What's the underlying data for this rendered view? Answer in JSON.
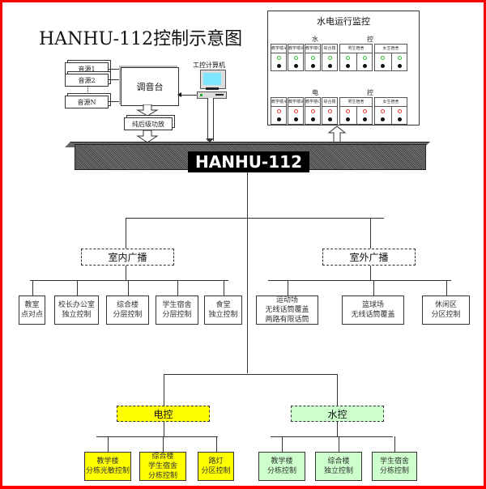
{
  "title": "HANHU-112控制示意图",
  "bus_label": "HANHU-112",
  "audio": {
    "sources": [
      "音源1",
      "音源2",
      "音源N"
    ],
    "mixer": "调音台",
    "amplifier": "纯后级功放",
    "computer": "工控计算机"
  },
  "monitor_panel": {
    "title": "水电运行监控",
    "water_section": {
      "left": "水",
      "right": "控"
    },
    "power_section": {
      "left": "电",
      "right": "控"
    },
    "cells": [
      "教学楼A",
      "教学楼B",
      "教学楼C",
      "综合楼",
      "男生宿舍",
      "女生宿舍"
    ],
    "colors": {
      "water_led": "#33bb33",
      "power_led": "#ee3333"
    }
  },
  "indoor": {
    "label": "室内广播",
    "children": [
      "教室\n点对点",
      "校长办公室\n独立控制",
      "综合楼\n分层控制",
      "学生宿舍\n分层控制",
      "食堂\n独立控制"
    ]
  },
  "outdoor": {
    "label": "室外广播",
    "children": [
      "运动场\n无线话筒覆盖\n两路有限话筒",
      "篮球场\n无线话筒覆盖",
      "休闲区\n分区控制"
    ]
  },
  "power": {
    "label": "电控",
    "color": "#ffff00",
    "children": [
      "教学楼\n分栋光敏控制",
      "综合楼\n学生宿舍\n分栋控制",
      "路灯\n分区控制"
    ]
  },
  "water": {
    "label": "水控",
    "color": "#ccffcc",
    "children": [
      "教学楼\n分栋控制",
      "综合楼\n独立控制",
      "学生宿舍\n分栋控制"
    ]
  }
}
